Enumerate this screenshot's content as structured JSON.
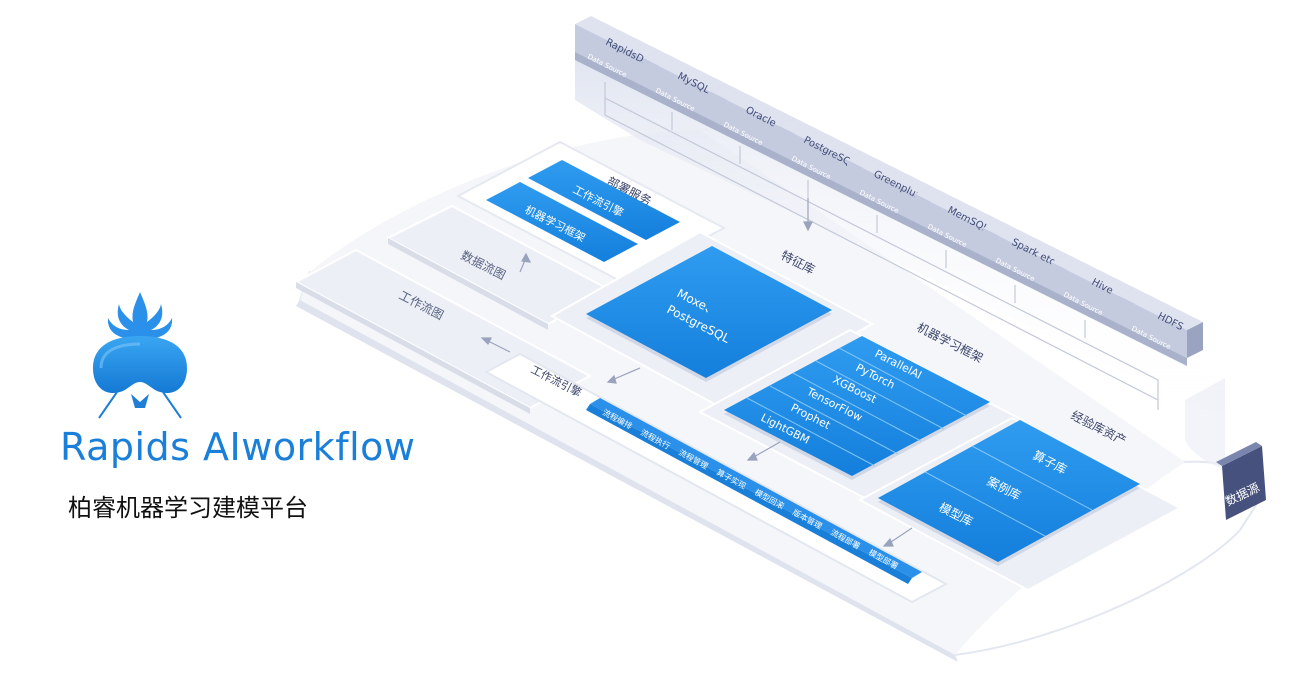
{
  "brand": {
    "name": "Rapids AIworkflow",
    "subtitle": "柏睿机器学习建模平台"
  },
  "colors": {
    "primary_blue": "#1a8ae6",
    "light_blue": "#3aa2f0",
    "panel_grey": "#eef0f6",
    "source_slab": "#c9cfe2",
    "source_dark": "#3f4c78"
  },
  "data_sources": {
    "tag": "Data Source",
    "items": [
      "RapidsDB",
      "MySQL",
      "Oracle",
      "PostgreSQL",
      "Greenplum",
      "MemSQL",
      "Spark etc.",
      "Hive",
      "HDFS"
    ],
    "label": "数据源"
  },
  "platform": {
    "workflow_chart": "工作流图",
    "data_flow_chart": "数据流图",
    "deploy_service": {
      "title": "部署服务",
      "items": [
        "工作流引擎",
        "机器学习框架"
      ]
    },
    "feature_store": {
      "title": "特征库",
      "content_line1": "Moxe、",
      "content_line2": "PostgreSQL"
    },
    "ml_framework": {
      "title": "机器学习框架",
      "items": [
        "ParallelAI",
        "PyTorch",
        "XGBoost",
        "TensorFlow",
        "Prophet",
        "LightGBM"
      ]
    },
    "experience_assets": {
      "title": "经验库资产",
      "items": [
        "算子库",
        "案例库",
        "模型库"
      ]
    },
    "workflow_engine": {
      "title": "工作流引擎",
      "capabilities": [
        "流程编排",
        "流程执行",
        "流程管理",
        "算子实现",
        "模型回滚",
        "版本管理",
        "流程部署",
        "模型部署"
      ]
    }
  }
}
